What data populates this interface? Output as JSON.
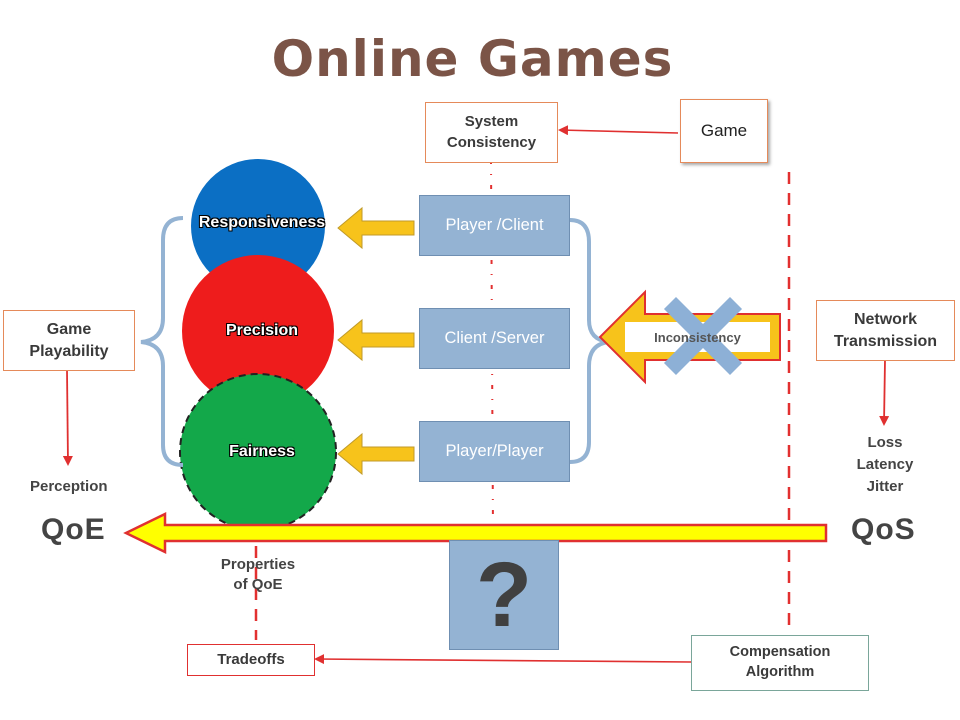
{
  "title": "Online Games",
  "boxes": {
    "system_consistency": "System\nConsistency",
    "game": "Game",
    "game_playability": "Game\nPlayability",
    "network_transmission": "Network\nTransmission",
    "compensation_algorithm": "Compensation\nAlgorithm",
    "tradeoffs": "Tradeoffs"
  },
  "relations": [
    "Player /Client",
    "Client /Server",
    "Player/Player"
  ],
  "properties": [
    "Responsiveness",
    "Precision",
    "Fairness"
  ],
  "inconsistency": "Inconsistency",
  "labels": {
    "perception": "Perception",
    "qoe": "QoE",
    "qos": "QoS",
    "metrics": [
      "Loss",
      "Latency",
      "Jitter"
    ],
    "properties_of_qoe": "Properties\nof QoE",
    "question_mark": "?"
  },
  "colors": {
    "title": "#7b5447",
    "responsiveness": "#0b6fc4",
    "precision": "#ee1c1c",
    "fairness": "#13a84a",
    "relation_box": "#94b3d3",
    "yellow_arrow": "#f7c31b",
    "dashed_line": "#e23030",
    "cross": "#8db0d6"
  }
}
